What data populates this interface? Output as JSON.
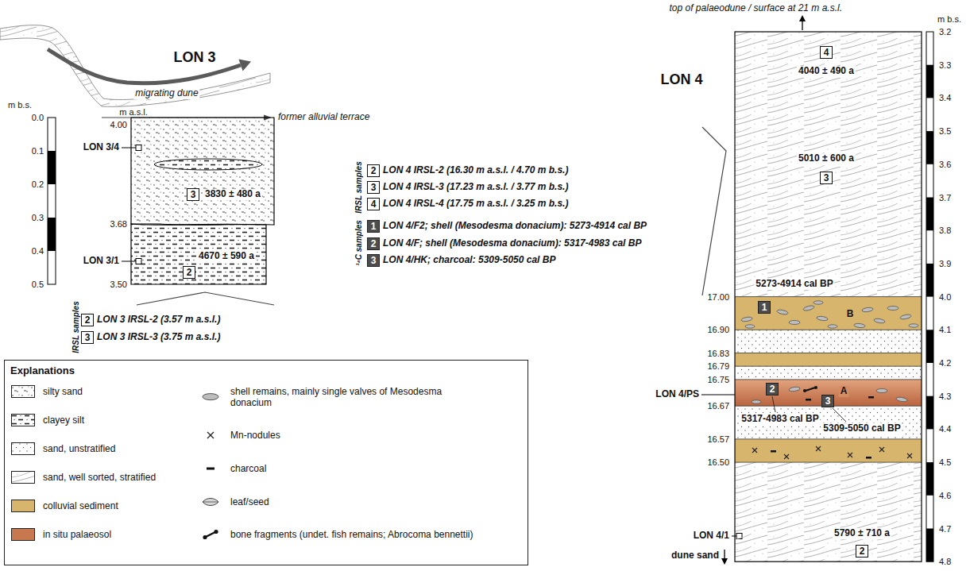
{
  "diagram": {
    "nodes": [
      {
        "text": [
          "3"
        ]
      },
      {
        "text": [
          "2"
        ]
      },
      {
        "text": [
          "2"
        ]
      },
      {
        "text": [
          "3"
        ]
      },
      {
        "text": [
          "2"
        ]
      },
      {
        "text": [
          "3"
        ]
      },
      {
        "text": [
          "4"
        ]
      },
      {
        "text": [
          "1"
        ]
      },
      {
        "text": [
          "2"
        ]
      },
      {
        "text": [
          "3"
        ]
      },
      {
        "text": [
          "4"
        ]
      },
      {
        "text": [
          "3"
        ]
      },
      {
        "text": [
          "1"
        ]
      },
      {
        "text": [
          "2"
        ]
      },
      {
        "text": [
          "3"
        ]
      },
      {
        "text": [
          "2"
        ]
      },
      {
        "text": [
          "Explanations"
        ]
      }
    ],
    "labels": [
      "LON 3",
      "migrating dune",
      "former alluvial terrace",
      "m a.s.l.",
      "m b.s.",
      "0.0",
      "0.1",
      "0.2",
      "0.3",
      "0.4",
      "0.5",
      "4.00",
      "3.68",
      "3.50",
      "LON 3/4",
      "3830 ± 480 a",
      "LON 3/1",
      "4670 ± 590 a",
      "IRSL samples",
      "LON 3 IRSL-2 (3.57 m a.s.l.)",
      "LON 3 IRSL-3 (3.75 m a.s.l.)",
      "IRSL samples",
      "LON 4 IRSL-2 (16.30 m a.s.l. / 4.70 m b.s.)",
      "LON 4 IRSL-3 (17.23 m a.s.l. / 3.77 m b.s.)",
      "LON 4 IRSL-4 (17.75 m a.s.l. / 3.25 m b.s.)",
      "¹⁴C samples",
      "LON 4/F2; shell (Mesodesma donacium): 5273-4914 cal BP",
      "LON 4/F; shell (Mesodesma donacium): 5317-4983 cal BP",
      "LON 4/HK; charcoal: 5309-5050 cal BP",
      "top of palaeodune / surface at 21 m a.s.l.",
      "LON 4",
      "4040 ± 490 a",
      "5010 ± 600 a",
      "5273-4914 cal BP",
      "17.00",
      "16.90",
      "16.83",
      "16.79",
      "16.75",
      "16.67",
      "16.57",
      "16.50",
      "B",
      "A",
      "LON 4/PS",
      "5317-4983 cal BP",
      "5309-5050 cal BP",
      "LON 4/1",
      "5790 ± 710 a",
      "dune sand",
      "m b.s.",
      "3.2",
      "3.3",
      "3.4",
      "3.5",
      "3.6",
      "3.7",
      "3.8",
      "3.9",
      "4.0",
      "4.1",
      "4.2",
      "4.3",
      "4.4",
      "4.5",
      "4.6",
      "4.7",
      "4.8"
    ],
    "legend": [
      {
        "text": "silty sand"
      },
      {
        "text": "clayey silt"
      },
      {
        "text": "sand, unstratified"
      },
      {
        "text": "sand, well sorted, stratified"
      },
      {
        "text": "colluvial sediment",
        "color": "#d8b56c"
      },
      {
        "text": "in situ palaeosol",
        "color": "#c8784f"
      },
      {
        "text": "shell remains, mainly single valves of Mesodesma donacium"
      },
      {
        "text": "Mn-nodules"
      },
      {
        "text": "charcoal"
      },
      {
        "text": "leaf/seed"
      },
      {
        "text": "bone fragments (undet. fish remains; Abrocoma bennettii)"
      }
    ]
  }
}
